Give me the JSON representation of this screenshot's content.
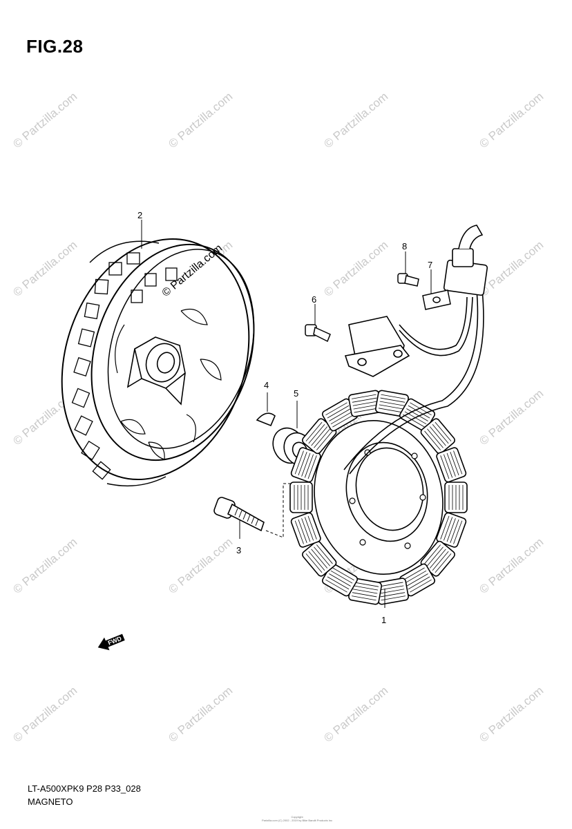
{
  "figure": {
    "title": "FIG.28",
    "model_code": "LT-A500XPK9 P28 P33_028",
    "section_name": "MAGNETO",
    "copyright_line1": "Copyright",
    "copyright_line2": "Partzilla.com (C) 2002 - 2019 by Bike Bandit Products Inc"
  },
  "watermark": {
    "text": "© Partzilla.com",
    "color": "#c9c9c9"
  },
  "parts": [
    {
      "number": "1",
      "item": "stator"
    },
    {
      "number": "2",
      "item": "rotor"
    },
    {
      "number": "3",
      "item": "rotor-bolt"
    },
    {
      "number": "4",
      "item": "key"
    },
    {
      "number": "5",
      "item": "starter-gear-nut"
    },
    {
      "number": "6",
      "item": "pickup-coil-screw"
    },
    {
      "number": "7",
      "item": "wire-clamp"
    },
    {
      "number": "8",
      "item": "clamp-screw"
    }
  ],
  "fwd_label": "FWD"
}
